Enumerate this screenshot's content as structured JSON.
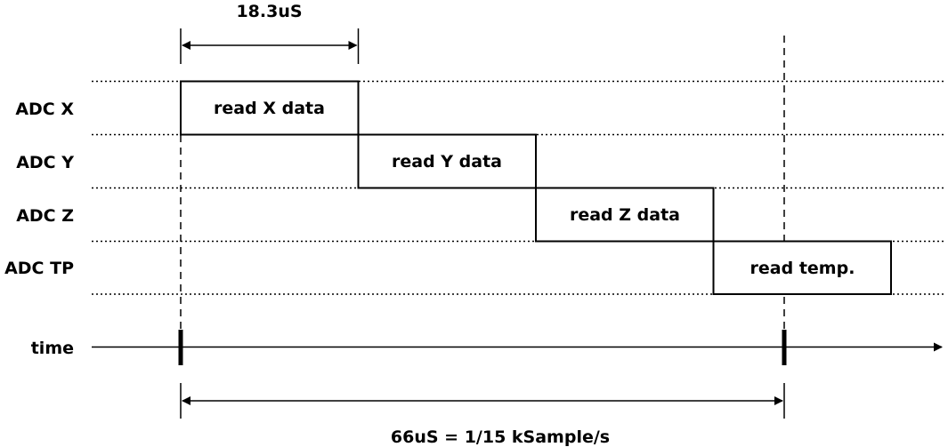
{
  "rows": [
    {
      "label": "ADC X",
      "block": "read X data"
    },
    {
      "label": "ADC Y",
      "block": "read Y data"
    },
    {
      "label": "ADC Z",
      "block": "read Z data"
    },
    {
      "label": "ADC TP",
      "block": "read temp."
    }
  ],
  "time_label": "time",
  "top_measure": "18.3uS",
  "bottom_measure": "66uS = 1/15 kSample/s",
  "colors": {
    "line": "#000000",
    "background": "#ffffff"
  }
}
